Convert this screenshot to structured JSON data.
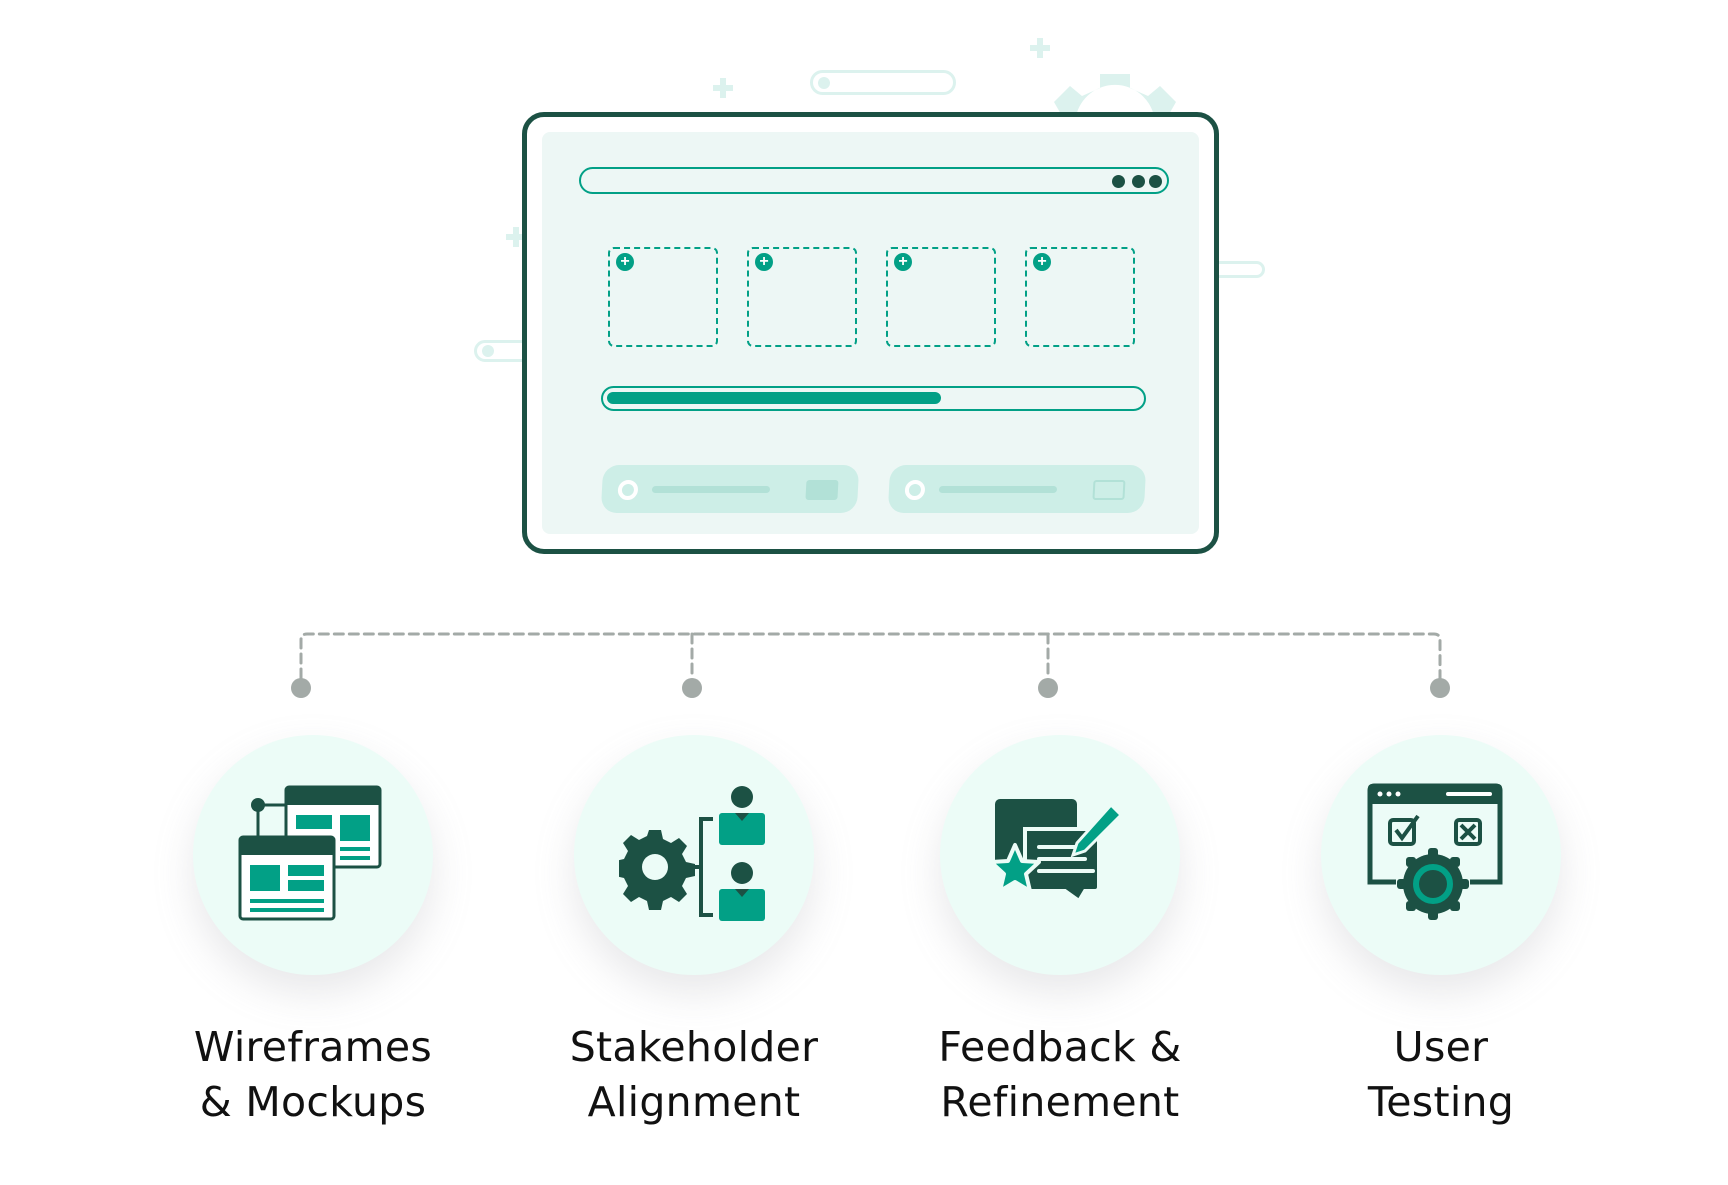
{
  "colors": {
    "dark_green": "#1c5144",
    "teal": "#02a086",
    "pale_mint": "#ecfcf7",
    "panel_bg": "#edf7f5",
    "connector_gray": "#a3aaa7",
    "decor_light": "#dcf2ee",
    "text": "#111111"
  },
  "illustration": {
    "window_controls": [
      "dot",
      "dot",
      "dot"
    ],
    "placeholders": [
      {
        "icon": "plus-circle-icon"
      },
      {
        "icon": "plus-circle-icon"
      },
      {
        "icon": "plus-circle-icon"
      },
      {
        "icon": "plus-circle-icon"
      }
    ],
    "plus_glyph": "+",
    "progress_percent": 61
  },
  "steps": [
    {
      "line1": "Wireframes",
      "line2": "& Mockups",
      "icon": "wireframe-windows-icon"
    },
    {
      "line1": "Stakeholder",
      "line2": "Alignment",
      "icon": "gear-people-icon"
    },
    {
      "line1": "Feedback &",
      "line2": "Refinement",
      "icon": "feedback-star-pencil-icon"
    },
    {
      "line1": "User",
      "line2": "Testing",
      "icon": "browser-check-gear-icon"
    }
  ]
}
